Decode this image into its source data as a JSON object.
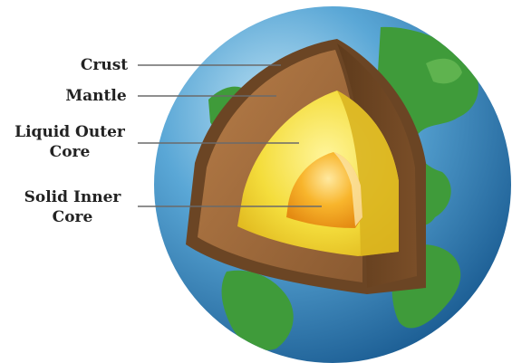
{
  "diagram": {
    "labels": {
      "crust": "Crust",
      "mantle": "Mantle",
      "outer_core_line1": "Liquid Outer",
      "outer_core_line2": "Core",
      "inner_core_line1": "Solid Inner",
      "inner_core_line2": "Core"
    }
  },
  "colors": {
    "ocean": "#3d8fc4",
    "land": "#3f9b3a",
    "crust": "#6b4524",
    "mantle": "#a56f3f",
    "outer_core": "#f3dc3a",
    "inner_core": "#f6a623",
    "leader_line": "#6a6a6a"
  }
}
